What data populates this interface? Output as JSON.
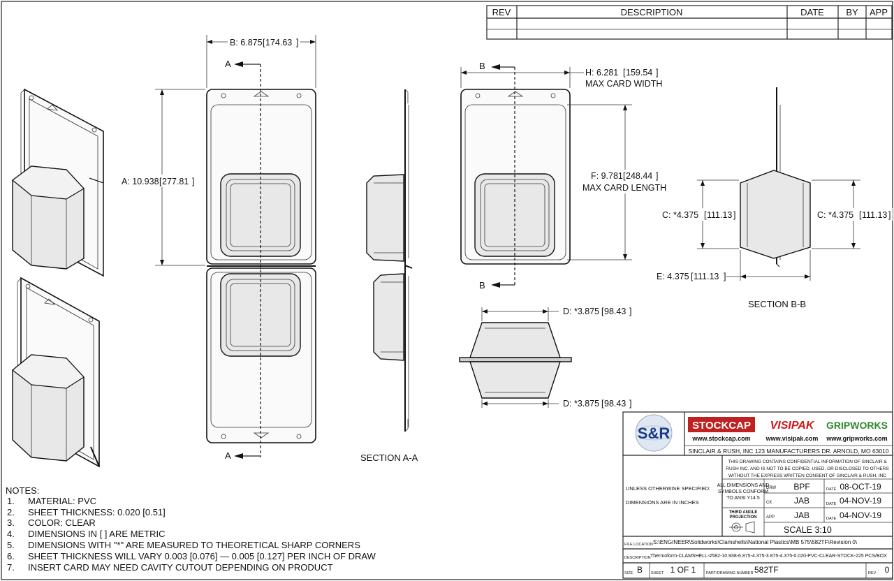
{
  "revision_table": {
    "headers": [
      "REV",
      "DESCRIPTION",
      "DATE",
      "BY",
      "APP"
    ]
  },
  "dimensions": {
    "b": "B: 6.875",
    "b_metric": "174.63",
    "a": "A: 10.938",
    "a_metric": "277.81",
    "h": "H: 6.281",
    "h_metric": "159.54",
    "h_note": "MAX CARD WIDTH",
    "f": "F: 9.781",
    "f_metric": "248.44",
    "f_note": "MAX CARD LENGTH",
    "c_left": "C: *4.375",
    "c_left_metric": "111.13",
    "c_right": "C: *4.375",
    "c_right_metric": "111.13",
    "e": "E: 4.375",
    "e_metric": "111.13",
    "d_top": "D: *3.875",
    "d_top_metric": "98.43",
    "d_bottom": "D: *3.875",
    "d_bottom_metric": "98.43"
  },
  "section_marks": {
    "a": "A",
    "b": "B"
  },
  "section_labels": {
    "aa": "SECTION A-A",
    "bb": "SECTION B-B"
  },
  "notes": {
    "heading": "NOTES:",
    "items": [
      {
        "num": "1.",
        "text": "MATERIAL: PVC"
      },
      {
        "num": "2.",
        "text": "SHEET THICKNESS: 0.020 [0.51]"
      },
      {
        "num": "3.",
        "text": "COLOR: CLEAR"
      },
      {
        "num": "4.",
        "text": "DIMENSIONS IN [ ] ARE METRIC"
      },
      {
        "num": "5.",
        "text": "DIMENSIONS WITH \"*\" ARE MEASURED TO THEORETICAL SHARP CORNERS"
      },
      {
        "num": "6.",
        "text": "SHEET THICKNESS WILL VARY 0.003 [0.076] — 0.005 [0.127] PER INCH OF DRAW"
      },
      {
        "num": "7.",
        "text": "INSERT CARD MAY NEED CAVITY CUTOUT DEPENDING ON PRODUCT"
      }
    ]
  },
  "title_block": {
    "logo_text": "S&R",
    "brands": [
      {
        "name": "STOCKCAP",
        "url": "www.stockcap.com",
        "color": "#c0201f"
      },
      {
        "name": "VISIPAK",
        "url": "www.visipak.com",
        "color": "#d01818"
      },
      {
        "name": "GRIPWORKS",
        "url": "www.gripworks.com",
        "color": "#2e8b2e"
      }
    ],
    "company": "SINCLAIR & RUSH, INC 123 MANUFACTURERS DR. ARNOLD, MO 63010",
    "confidential": [
      "THIS DRAWING CONTAINS CONFIDENTIAL INFORMATION OF SINCLAIR &",
      "RUSH INC. AND IS NOT TO BE COPIED, USED, OR DISCLOSED TO OTHERS",
      "WITHOUT THE EXPRESS WRITTEN CONSENT OF SINCLAIR & RUSH, INC"
    ],
    "unless": "UNLESS OTHERWISE SPECIFIED:",
    "inches": "DIMENSIONS ARE IN INCHES",
    "standard": [
      "ALL DIMENSIONS AND",
      "SYMBOLS CONFORM",
      "TO ANSI Y14.5"
    ],
    "projection": [
      "THIRD ANGLE",
      "PROJECTION"
    ],
    "signoffs": [
      {
        "role": "DRW",
        "name": "BPF",
        "date_label": "DATE",
        "date": "08-OCT-19"
      },
      {
        "role": "CK",
        "name": "JAB",
        "date_label": "DATE",
        "date": "04-NOV-19"
      },
      {
        "role": "APP",
        "name": "JAB",
        "date_label": "DATE",
        "date": "04-NOV-19"
      }
    ],
    "scale": "SCALE 3:10",
    "file_label": "FILE LOCATION",
    "file_path": "S:\\ENGINEER\\Solidworks\\Clamshells\\National Plastics\\MB 575\\582TF\\Revision 0\\",
    "desc_label": "DESCRIPTION",
    "description": "Thermoform-CLAMSHELL-#582-10.938-6.875-4.375-3.875-4.375-0.020-PVC-CLEAR-STOCK-225 PCS/BOX",
    "size_label": "SIZE",
    "size": "B",
    "sheet_label": "SHEET",
    "sheet": "1 OF 1",
    "part_label": "PART/DRAWING NUMBER",
    "part": "582TF",
    "rev_label": "REV",
    "rev": "0"
  }
}
